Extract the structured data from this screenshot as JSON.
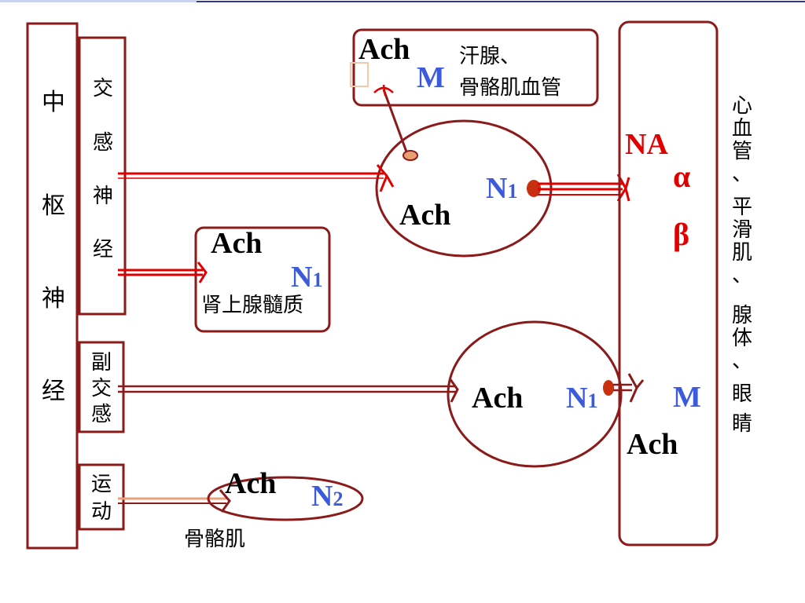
{
  "colors": {
    "box_border": "#8b1a1a",
    "fiber_red": "#e00000",
    "fiber_dark": "#8b1a1a",
    "fiber_orange": "#e8a07a",
    "label_blue": "#3b5bdb",
    "label_red": "#e00000",
    "top_line": "#2b3a8f"
  },
  "cns": {
    "label": [
      "中",
      "枢",
      "神",
      "经"
    ]
  },
  "sympathetic": {
    "label": [
      "交",
      "感",
      "神",
      "经"
    ]
  },
  "parasympathetic": {
    "label": [
      "副",
      "交",
      "感"
    ]
  },
  "motor": {
    "label": [
      "运",
      "动"
    ]
  },
  "sweat_box": {
    "transmitter": "Ach",
    "receptor": "M",
    "target_line1": "汗腺、",
    "target_line2": "骨骼肌血管"
  },
  "symp_ganglion": {
    "transmitter": "Ach",
    "receptor": "N",
    "receptor_sub": "1"
  },
  "adrenal": {
    "transmitter": "Ach",
    "receptor": "N",
    "receptor_sub": "1",
    "target": "肾上腺髓质"
  },
  "effector": {
    "transmitter_symp": "NA",
    "alpha": "α",
    "beta": "β",
    "receptor_para": "M",
    "transmitter_para": "Ach",
    "label": [
      "心",
      "血",
      "管",
      "、",
      "平",
      "滑",
      "肌",
      "、",
      "腺",
      "体",
      "、",
      "眼",
      "睛"
    ]
  },
  "para_ganglion": {
    "transmitter": "Ach",
    "receptor": "N",
    "receptor_sub": "1"
  },
  "motor_endplate": {
    "transmitter": "Ach",
    "receptor": "N",
    "receptor_sub": "2",
    "target": "骨骼肌"
  }
}
